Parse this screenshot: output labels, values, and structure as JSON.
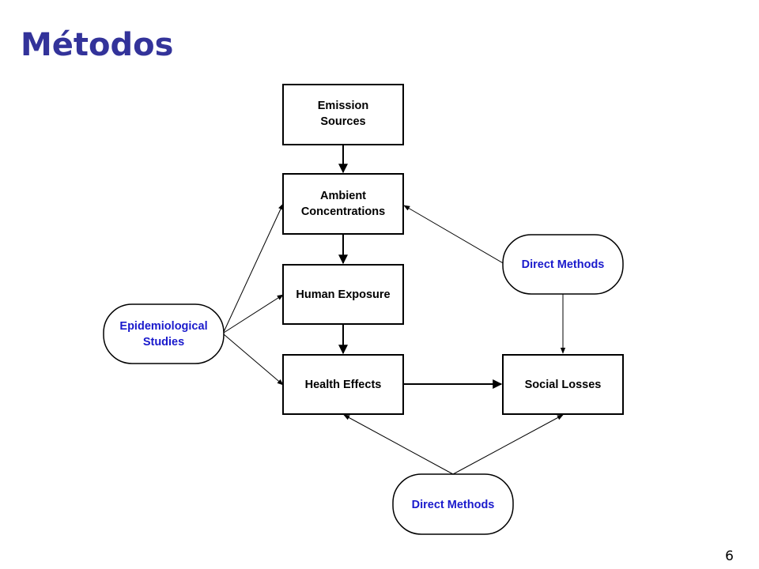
{
  "slide": {
    "title": "Métodos",
    "page_number": "6"
  },
  "boxes": {
    "emission": {
      "line1": "Emission",
      "line2": "Sources"
    },
    "ambient": {
      "line1": "Ambient",
      "line2": "Concentrations"
    },
    "exposure": {
      "label": "Human Exposure"
    },
    "health": {
      "label": "Health Effects"
    },
    "social": {
      "label": "Social Losses"
    }
  },
  "methods": {
    "epidemiological": {
      "line1": "Epidemiological",
      "line2": "Studies"
    },
    "direct_top": {
      "label": "Direct Methods"
    },
    "direct_bottom": {
      "label": "Direct Methods"
    }
  },
  "colors": {
    "title": "#33339a",
    "method_text": "#1a1acc",
    "box_stroke": "#000000"
  }
}
